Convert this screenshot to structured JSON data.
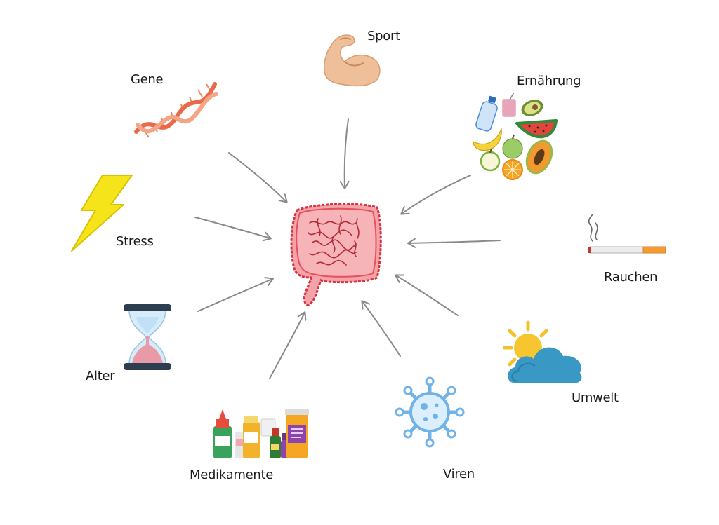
{
  "center": {
    "name": "intestine-icon"
  },
  "factors": [
    {
      "key": "sport",
      "label": "Sport",
      "icon": "flexed-bicep-icon"
    },
    {
      "key": "gene",
      "label": "Gene",
      "icon": "dna-icon"
    },
    {
      "key": "ernaehrung",
      "label": "Ernährung",
      "icon": "food-icon"
    },
    {
      "key": "stress",
      "label": "Stress",
      "icon": "lightning-icon"
    },
    {
      "key": "rauchen",
      "label": "Rauchen",
      "icon": "cigarette-icon"
    },
    {
      "key": "alter",
      "label": "Alter",
      "icon": "hourglass-icon"
    },
    {
      "key": "umwelt",
      "label": "Umwelt",
      "icon": "sun-cloud-icon"
    },
    {
      "key": "medikamente",
      "label": "Medikamente",
      "icon": "medicine-bottles-icon"
    },
    {
      "key": "viren",
      "label": "Viren",
      "icon": "virus-icon"
    }
  ],
  "colors": {
    "arrow": "#8a8a8a",
    "intestine": "#e8505b",
    "intestine_fill": "#f3a3aa"
  }
}
